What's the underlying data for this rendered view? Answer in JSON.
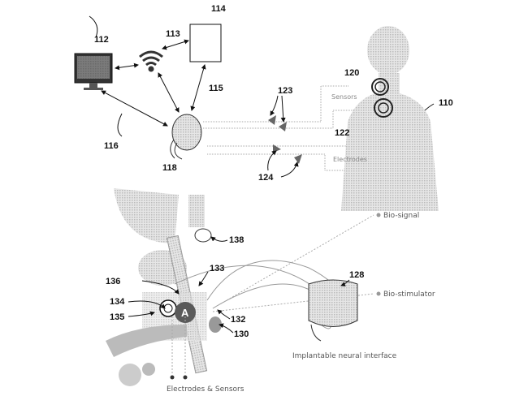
{
  "labels": {
    "monitor": "112",
    "wireless": "113",
    "server": "114",
    "link_115": "115",
    "link_116": "116",
    "controller": "118",
    "sensor_ring": "120",
    "sensor_arrows": "123",
    "body": "110",
    "body_electrodes": "122",
    "electrode_arrows": "124",
    "spine": "138",
    "nerve_133": "133",
    "nerve_136": "136",
    "ring_134": "134",
    "ring_135": "135",
    "site_132": "132",
    "site_130": "130",
    "implant": "128",
    "region_a": "A"
  },
  "captions": {
    "sensors": "Sensors",
    "electrodes": "Electrodes",
    "bio_signal": "Bio-signal",
    "bio_stimulator": "Bio-stimulator",
    "implantable": "Implantable neural interface",
    "electrodes_sensors": "Electrodes & Sensors"
  },
  "colors": {
    "line": "#111111",
    "lead": "#999999",
    "marker": "#666666",
    "region": "#5a5a5a"
  }
}
